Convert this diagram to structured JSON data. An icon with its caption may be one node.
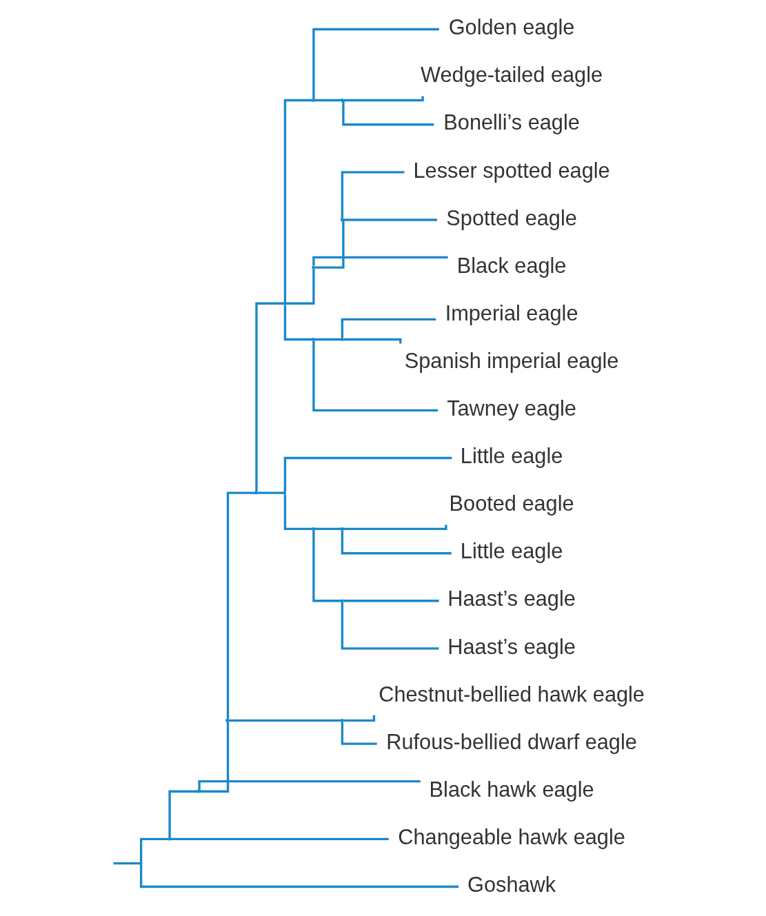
{
  "diagram": {
    "nodes": [
      {
        "text": [
          "Golden eagle"
        ]
      },
      {
        "text": [
          "Wedge-tailed eagle"
        ]
      },
      {
        "text": [
          "Bonelli’s eagle"
        ]
      },
      {
        "text": [
          "Lesser spotted eagle"
        ]
      },
      {
        "text": [
          "Spotted eagle"
        ]
      },
      {
        "text": [
          "Black eagle"
        ]
      },
      {
        "text": [
          "Imperial eagle"
        ]
      },
      {
        "text": [
          "Spanish imperial eagle"
        ]
      },
      {
        "text": [
          "Tawney eagle"
        ]
      },
      {
        "text": [
          "Little eagle"
        ]
      },
      {
        "text": [
          "Booted eagle"
        ]
      },
      {
        "text": [
          "Little eagle"
        ]
      },
      {
        "text": [
          "Haast’s eagle"
        ]
      },
      {
        "text": [
          "Haast’s eagle"
        ]
      },
      {
        "text": [
          "Chestnut-bellied hawk eagle"
        ]
      },
      {
        "text": [
          "Rufous-bellied dwarf eagle"
        ]
      },
      {
        "text": [
          "Black hawk eagle"
        ]
      },
      {
        "text": [
          "Changeable hawk eagle"
        ]
      },
      {
        "text": [
          "Goshawk"
        ]
      },
      {
        "text": [],
        "shape": "point"
      },
      {
        "text": [],
        "shape": "point"
      },
      {
        "text": [],
        "shape": "point"
      },
      {
        "text": [],
        "shape": "point"
      },
      {
        "text": [],
        "shape": "point"
      },
      {
        "text": [],
        "shape": "point"
      },
      {
        "text": [],
        "shape": "point"
      },
      {
        "text": [],
        "shape": "point"
      },
      {
        "text": [],
        "shape": "point"
      },
      {
        "text": [],
        "shape": "point"
      },
      {
        "text": [],
        "shape": "point"
      },
      {
        "text": [],
        "shape": "point"
      },
      {
        "text": [],
        "shape": "point"
      },
      {
        "text": [],
        "shape": "point"
      },
      {
        "text": [],
        "shape": "point"
      },
      {
        "text": [],
        "shape": "point"
      },
      {
        "text": [],
        "shape": "point"
      }
    ],
    "edges": [
      {
        "from": null,
        "to": 19,
        "arrow": "none"
      },
      {
        "from": 19,
        "to": 20,
        "arrow": "none"
      },
      {
        "from": 19,
        "to": 18,
        "arrow": "none"
      },
      {
        "from": 20,
        "to": 21,
        "arrow": "none"
      },
      {
        "from": 20,
        "to": 17,
        "arrow": "none"
      },
      {
        "from": 21,
        "to": 22,
        "arrow": "none"
      },
      {
        "from": 21,
        "to": 16,
        "arrow": "none"
      },
      {
        "from": 22,
        "to": 23,
        "arrow": "none"
      },
      {
        "from": 22,
        "to": 34,
        "arrow": "none"
      },
      {
        "from": 23,
        "to": 24,
        "arrow": "none"
      },
      {
        "from": 23,
        "to": 28,
        "arrow": "none"
      },
      {
        "from": 24,
        "to": 25,
        "arrow": "none"
      },
      {
        "from": 24,
        "to": 26,
        "arrow": "none"
      },
      {
        "from": 24,
        "to": 31,
        "arrow": "none"
      },
      {
        "from": 25,
        "to": 0,
        "arrow": "none"
      },
      {
        "from": 25,
        "to": 27,
        "arrow": "none"
      },
      {
        "from": 27,
        "to": 1,
        "arrow": "none"
      },
      {
        "from": 27,
        "to": 2,
        "arrow": "none"
      },
      {
        "from": 26,
        "to": 32,
        "arrow": "none"
      },
      {
        "from": 26,
        "to": 5,
        "arrow": "none"
      },
      {
        "from": 32,
        "to": 3,
        "arrow": "none"
      },
      {
        "from": 32,
        "to": 4,
        "arrow": "none"
      },
      {
        "from": 31,
        "to": 33,
        "arrow": "none"
      },
      {
        "from": 31,
        "to": 8,
        "arrow": "none"
      },
      {
        "from": 33,
        "to": 6,
        "arrow": "none"
      },
      {
        "from": 33,
        "to": 7,
        "arrow": "none"
      },
      {
        "from": 28,
        "to": 9,
        "arrow": "none"
      },
      {
        "from": 28,
        "to": 29,
        "arrow": "none"
      },
      {
        "from": 29,
        "to": 30,
        "arrow": "none"
      },
      {
        "from": 29,
        "to": 35,
        "arrow": "none"
      },
      {
        "from": 30,
        "to": 10,
        "arrow": "none"
      },
      {
        "from": 30,
        "to": 11,
        "arrow": "none"
      },
      {
        "from": 35,
        "to": 12,
        "arrow": "none"
      },
      {
        "from": 35,
        "to": 13,
        "arrow": "none"
      },
      {
        "from": 34,
        "to": 14,
        "arrow": "none"
      },
      {
        "from": 34,
        "to": 15,
        "arrow": "none"
      }
    ]
  }
}
